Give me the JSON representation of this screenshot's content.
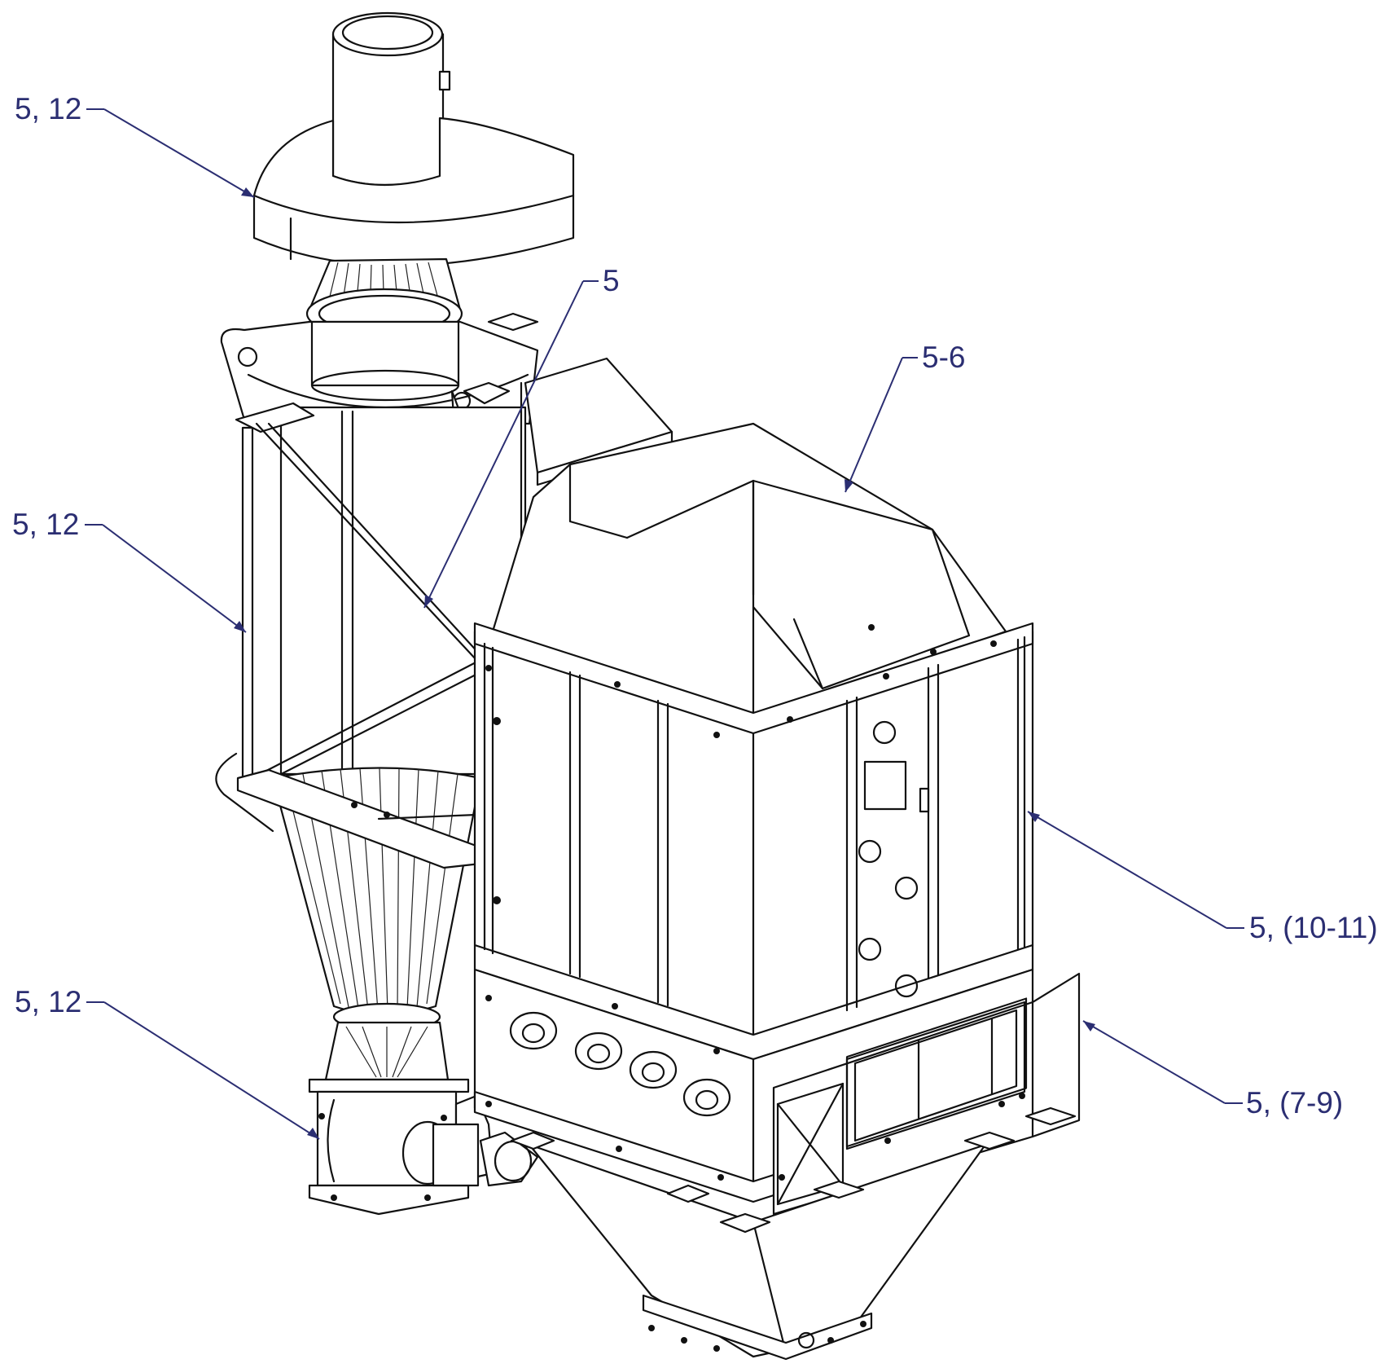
{
  "callouts": [
    {
      "id": "fan-assembly",
      "text": "5, 12"
    },
    {
      "id": "cyclone-frame",
      "text": "5, 12"
    },
    {
      "id": "rotary-valve",
      "text": "5, 12"
    },
    {
      "id": "brace",
      "text": "5"
    },
    {
      "id": "inlet-hood",
      "text": "5-6"
    },
    {
      "id": "filter-housing",
      "text": "5, (10-11)"
    },
    {
      "id": "inlet-plenum",
      "text": "5, (7-9)"
    }
  ],
  "colors": {
    "callout": "#2b2e72",
    "linework": "#111111",
    "background": "#ffffff"
  }
}
